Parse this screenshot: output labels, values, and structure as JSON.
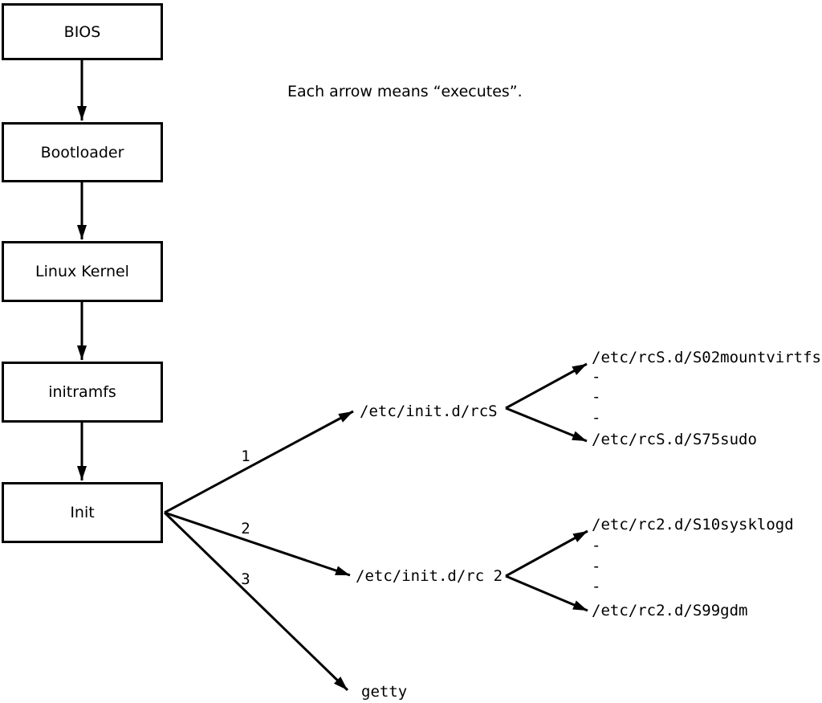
{
  "note": "Each arrow means “executes”.",
  "boxes": [
    {
      "label": "BIOS"
    },
    {
      "label": "Bootloader"
    },
    {
      "label": "Linux Kernel"
    },
    {
      "label": "initramfs"
    },
    {
      "label": "Init"
    }
  ],
  "init_children": [
    {
      "num": "1",
      "label": "/etc/init.d/rcS"
    },
    {
      "num": "2",
      "label": "/etc/init.d/rc 2"
    },
    {
      "num": "3",
      "label": "getty"
    }
  ],
  "rcs_group": {
    "top": "/etc/rcS.d/S02mountvirtfs",
    "dashes": [
      "-",
      "-",
      "-"
    ],
    "bottom": "/etc/rcS.d/S75sudo"
  },
  "rc2_group": {
    "top": "/etc/rc2.d/S10sysklogd",
    "dashes": [
      "-",
      "-",
      "-"
    ],
    "bottom": "/etc/rc2.d/S99gdm"
  },
  "colors": {
    "line": "#000000",
    "background": "#ffffff"
  }
}
